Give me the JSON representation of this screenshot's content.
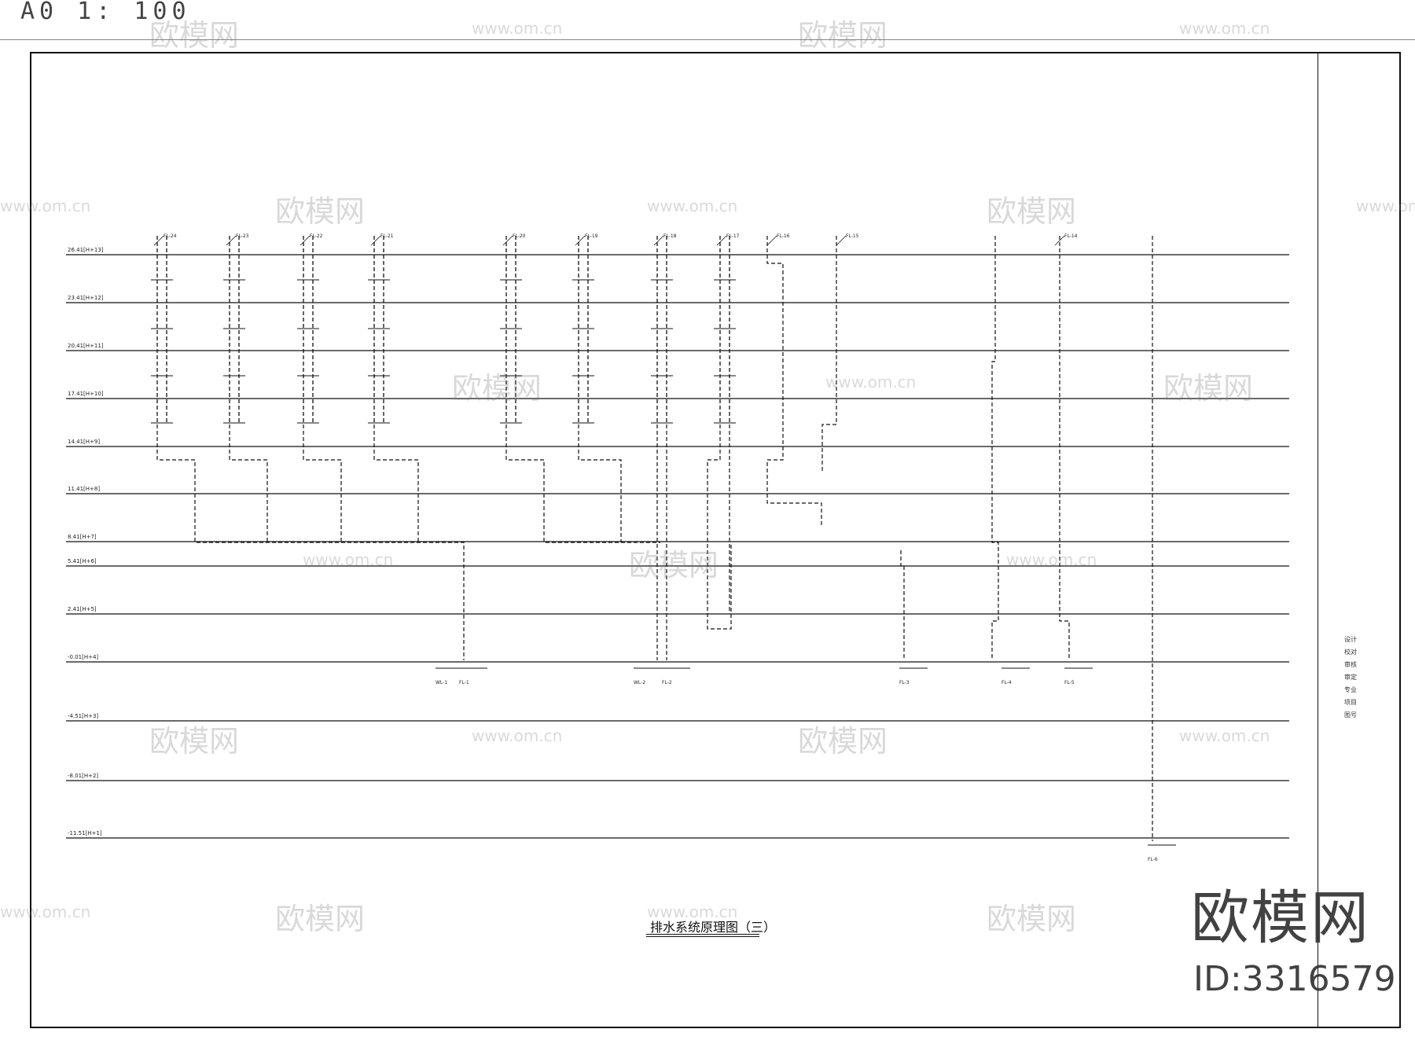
{
  "header": {
    "scale_text": "A0 1: 100"
  },
  "drawing": {
    "title": "排水系统原理图（三）",
    "floors": [
      {
        "label": "26.41[H+13]",
        "row": 0
      },
      {
        "label": "23.41[H+12]",
        "row": 1
      },
      {
        "label": "20.41[H+11]",
        "row": 2
      },
      {
        "label": "17.41[H+10]",
        "row": 3
      },
      {
        "label": "14.41[H+9]",
        "row": 4
      },
      {
        "label": "11.41[H+8]",
        "row": 5
      },
      {
        "label": "8.41[H+7]",
        "row": 6
      },
      {
        "label": "5.41[H+6]",
        "row": 7
      },
      {
        "label": "2.41[H+5]",
        "row": 8
      },
      {
        "label": "-0.01[H+4]",
        "row": 9
      },
      {
        "label": "-4.51[H+3]",
        "row": 10
      },
      {
        "label": "-8.01[H+2]",
        "row": 11
      },
      {
        "label": "-11.51[H+1]",
        "row": 12
      }
    ],
    "pipe_tags": [
      "FL-24",
      "FL-23",
      "FL-22",
      "FL-21",
      "FL-20",
      "FL-19",
      "FL-18",
      "FL-17",
      "FL-16",
      "FL-15",
      "FL-14"
    ],
    "outlet_tags": [
      "WL-1",
      "FL-1",
      "WL-2",
      "FL-2",
      "FL-3",
      "FL-4",
      "FL-5",
      "FL-6"
    ]
  },
  "watermarks": {
    "brand": "欧模网",
    "site": "www.om.cn",
    "id_text": "ID:3316579"
  },
  "titleblock": {
    "rows": [
      "设计",
      "校对",
      "审核",
      "审定",
      "专业",
      "项目",
      "图号"
    ]
  }
}
